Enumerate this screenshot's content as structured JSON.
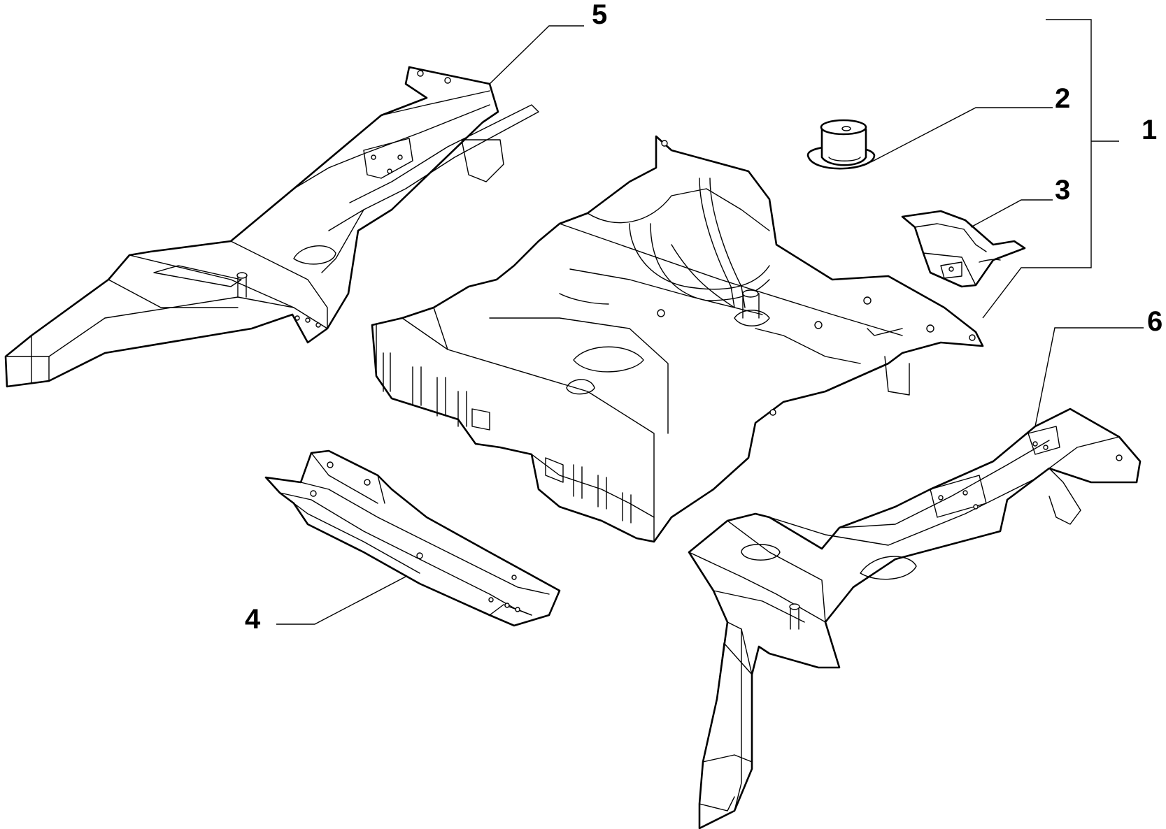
{
  "callouts": [
    {
      "id": "5",
      "label": "5"
    },
    {
      "id": "2",
      "label": "2"
    },
    {
      "id": "1",
      "label": "1"
    },
    {
      "id": "3",
      "label": "3"
    },
    {
      "id": "6",
      "label": "6"
    },
    {
      "id": "4",
      "label": "4"
    }
  ],
  "colors": {
    "line": "#000000",
    "background": "#ffffff"
  }
}
